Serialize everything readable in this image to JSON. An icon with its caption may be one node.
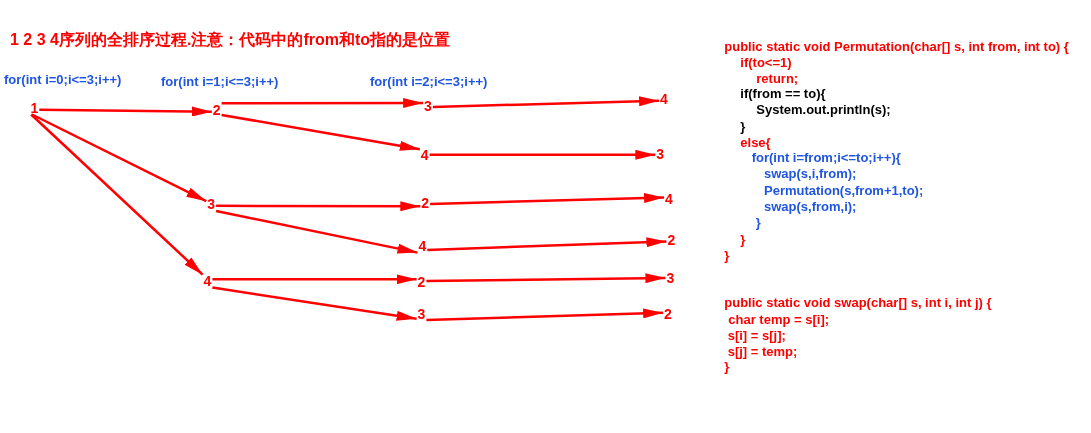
{
  "diagram": {
    "title": "1 2 3 4序列的全排序过程.注意：代码中的from和to指的是位置",
    "nodes": [
      {
        "text": [
          "1"
        ]
      },
      {
        "text": [
          "2"
        ]
      },
      {
        "text": [
          "3"
        ]
      },
      {
        "text": [
          "4"
        ]
      },
      {
        "text": [
          "4"
        ]
      },
      {
        "text": [
          "3"
        ]
      },
      {
        "text": [
          "3"
        ]
      },
      {
        "text": [
          "2"
        ]
      },
      {
        "text": [
          "4"
        ]
      },
      {
        "text": [
          "4"
        ]
      },
      {
        "text": [
          "2"
        ]
      },
      {
        "text": [
          "4"
        ]
      },
      {
        "text": [
          "2"
        ]
      },
      {
        "text": [
          "3"
        ]
      },
      {
        "text": [
          "3"
        ]
      },
      {
        "text": [
          "2"
        ]
      }
    ],
    "edges": [
      {
        "from": 0,
        "to": 1,
        "arrow": "to"
      },
      {
        "from": 0,
        "to": 6,
        "arrow": "to"
      },
      {
        "from": 0,
        "to": 11,
        "arrow": "to"
      },
      {
        "from": 1,
        "to": 2,
        "arrow": "to"
      },
      {
        "from": 1,
        "to": 4,
        "arrow": "to"
      },
      {
        "from": 6,
        "to": 7,
        "arrow": "to"
      },
      {
        "from": 6,
        "to": 9,
        "arrow": "to"
      },
      {
        "from": 11,
        "to": 12,
        "arrow": "to"
      },
      {
        "from": 11,
        "to": 14,
        "arrow": "to"
      },
      {
        "from": 2,
        "to": 3,
        "arrow": "to"
      },
      {
        "from": 4,
        "to": 5,
        "arrow": "to"
      },
      {
        "from": 7,
        "to": 8,
        "arrow": "to"
      },
      {
        "from": 9,
        "to": 10,
        "arrow": "to"
      },
      {
        "from": 12,
        "to": 13,
        "arrow": "to"
      },
      {
        "from": 14,
        "to": 15,
        "arrow": "to"
      }
    ],
    "labels": [
      "for(int i=0;i<=3;i++)",
      "for(int i=1;i<=3;i++)",
      "for(int i=2;i<=3;i++)",
      "public static void Permutation(char[] s, int from, int to) {",
      "if(to<=1)",
      "return;",
      "if(from == to){",
      "System.out.println(s);",
      "}",
      "else{",
      "for(int i=from;i<=to;i++){",
      "swap(s,i,from);",
      "Permutation(s,from+1,to);",
      "swap(s,from,i);",
      "}",
      "}",
      "}",
      "public static void swap(char[] s, int i, int j) {",
      "char temp = s[i];",
      "s[i] = s[j];",
      "s[j] = temp;",
      "}"
    ]
  }
}
